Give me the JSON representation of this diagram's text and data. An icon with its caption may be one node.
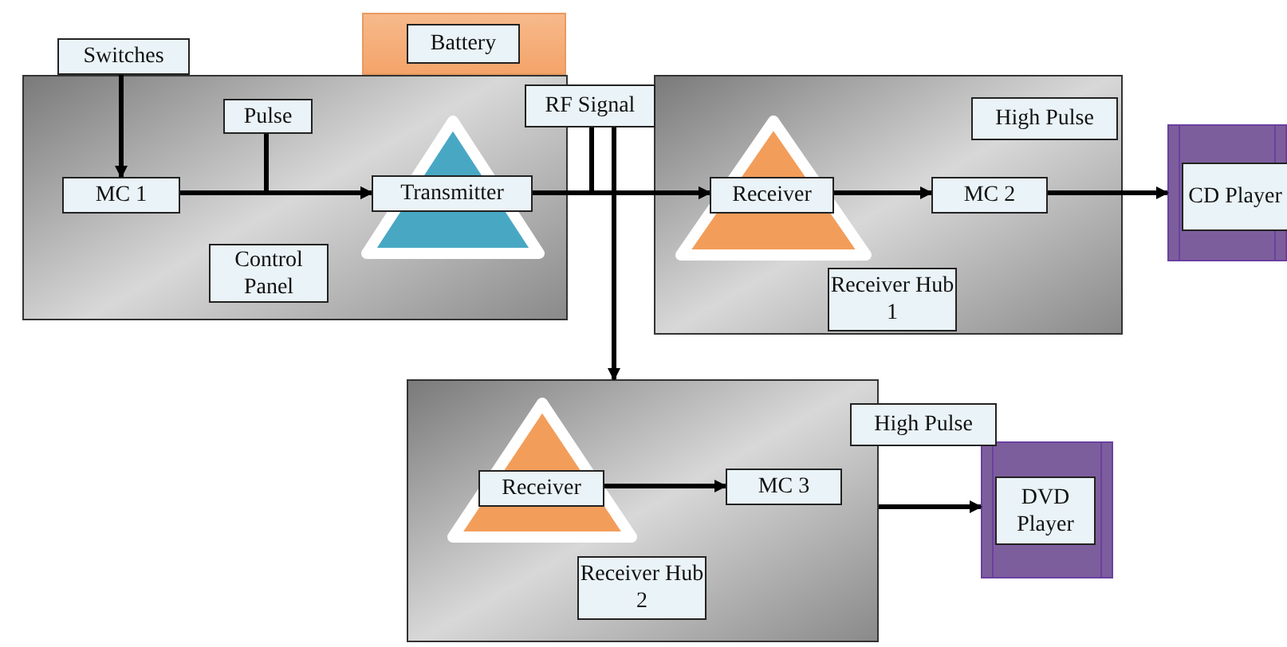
{
  "diagram": {
    "nodes": [
      {
        "text": [],
        "shape": "box"
      },
      {
        "text": [
          "Switches"
        ]
      },
      {
        "text": [],
        "shape": "box"
      },
      {
        "text": [
          "Battery"
        ],
        "in": 2
      },
      {
        "text": [
          "Pulse"
        ],
        "in": 0
      },
      {
        "text": [
          "MC 1"
        ],
        "in": 0
      },
      {
        "text": [
          "Transmitter"
        ],
        "in": 0
      },
      {
        "text": [
          "Control Panel"
        ],
        "in": 0
      },
      {
        "text": [
          "RF Signal"
        ]
      },
      {
        "text": [],
        "shape": "box"
      },
      {
        "text": [
          "High Pulse"
        ],
        "in": 9
      },
      {
        "text": [
          "Receiver"
        ],
        "in": 9
      },
      {
        "text": [
          "MC 2"
        ],
        "in": 9
      },
      {
        "text": [
          "Receiver Hub 1"
        ],
        "in": 9
      },
      {
        "text": [],
        "shape": "box"
      },
      {
        "text": [
          "CD Player"
        ],
        "in": 14
      },
      {
        "text": [],
        "shape": "box"
      },
      {
        "text": [
          "Receiver"
        ],
        "in": 16
      },
      {
        "text": [
          "MC 3"
        ],
        "in": 16
      },
      {
        "text": [
          "Receiver Hub 2"
        ],
        "in": 16
      },
      {
        "text": [
          "High Pulse"
        ]
      },
      {
        "text": [],
        "shape": "box"
      },
      {
        "text": [
          "DVD Player"
        ],
        "in": 21
      }
    ],
    "edges": [
      {
        "from": 1,
        "to": 5,
        "arrow": "to"
      },
      {
        "from": 5,
        "to": 6,
        "arrow": "to"
      },
      {
        "from": 4,
        "to": 6,
        "arrow": "to"
      },
      {
        "from": 6,
        "to": 11,
        "arrow": "to"
      },
      {
        "from": 8,
        "to": 11,
        "arrow": "to"
      },
      {
        "from": 8,
        "to": 16,
        "arrow": "to"
      },
      {
        "from": 11,
        "to": 12,
        "arrow": "to"
      },
      {
        "from": 12,
        "to": 14,
        "arrow": "to"
      },
      {
        "from": 17,
        "to": 18,
        "arrow": "to"
      },
      {
        "from": 16,
        "to": 21,
        "arrow": "to"
      }
    ]
  }
}
